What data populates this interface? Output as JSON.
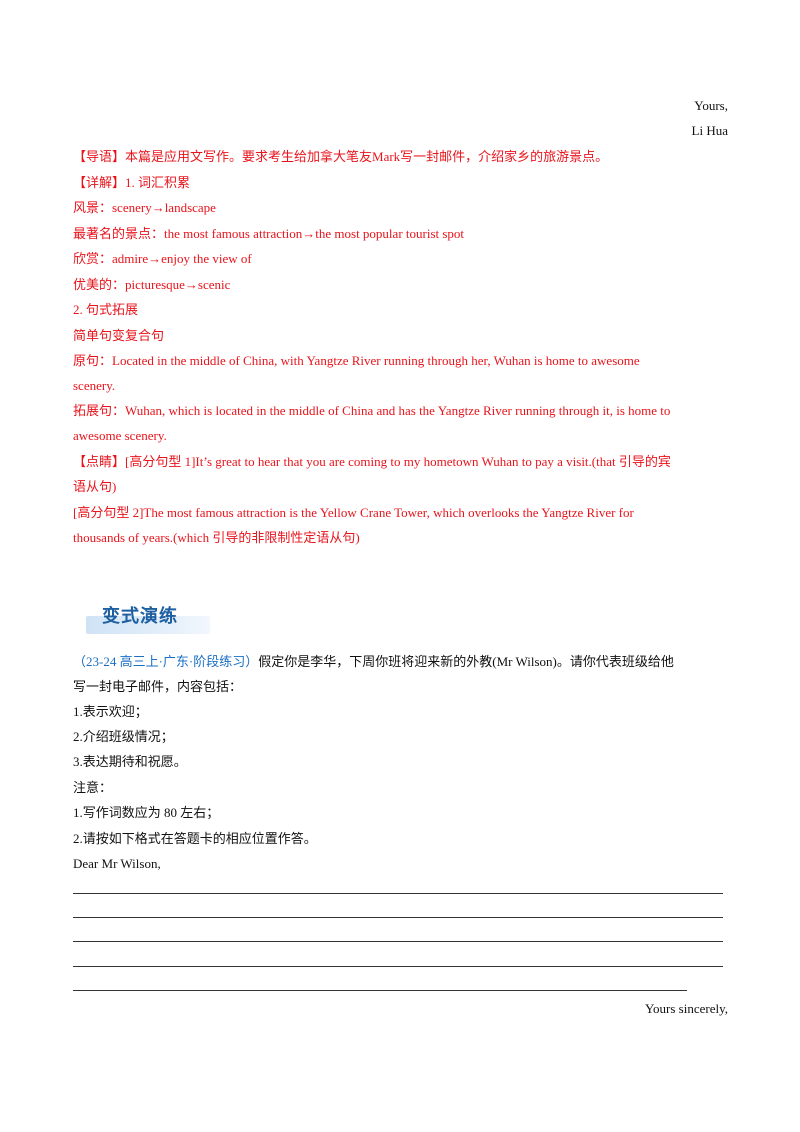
{
  "closing1": {
    "yours": "Yours,",
    "name": "Li Hua"
  },
  "analysis": {
    "guide_tag": "【导语】",
    "guide_text": "本篇是应用文写作。要求考生给加拿大笔友Mark写一封邮件，介绍家乡的旅游景点。",
    "detail_tag": "【详解】",
    "detail_text": "1. 词汇积累",
    "vocab": [
      "风景：scenery→landscape",
      "最著名的景点：the most famous attraction→the most popular tourist spot",
      "欣赏：admire→enjoy the view of",
      "优美的：picturesque→scenic"
    ],
    "section2": "2. 句式拓展",
    "simple_to_complex": "简单句变复合句",
    "original_line1": "原句：Located in the middle of China, with Yangtze River running through her, Wuhan is home to awesome",
    "original_line2": "scenery.",
    "expanded_line1": "拓展句：Wuhan, which is located in the middle of China and has the Yangtze River running through it, is home to",
    "expanded_line2": "awesome scenery.",
    "highlight_tag": "【点睛】",
    "highlight_line1": "[高分句型 1]It’s great to hear that you are coming to my hometown Wuhan to pay a visit.(that 引导的宾",
    "highlight_line2": "语从句)",
    "highlight_line3": "[高分句型 2]The most famous attraction is the Yellow Crane Tower, which overlooks the Yangtze River for",
    "highlight_line4": "thousands of years.(which 引导的非限制性定语从句)"
  },
  "practice": {
    "header": "变式演练",
    "source": "（23-24 高三上·广东·阶段练习）",
    "prompt_line1": "假定你是李华，下周你班将迎来新的外教(Mr Wilson)。请你代表班级给他",
    "prompt_line2": "写一封电子邮件，内容包括：",
    "items": [
      "1.表示欢迎；",
      "2.介绍班级情况；",
      "3.表达期待和祝愿。"
    ],
    "note_label": "注意：",
    "notes": [
      "1.写作词数应为  80 左右；",
      "2.请按如下格式在答题卡的相应位置作答。"
    ],
    "salutation": "Dear Mr Wilson,",
    "closing": "Yours sincerely,"
  }
}
